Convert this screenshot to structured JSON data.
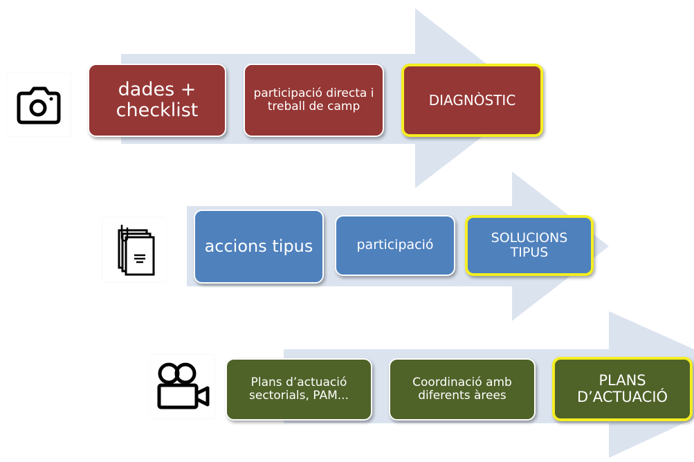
{
  "colors": {
    "arrow": "#dbe3ef",
    "red": "#953735",
    "blue": "#4f81bd",
    "green": "#4f6228",
    "highlight": "#f5ee22"
  },
  "rows": [
    {
      "icon": "camera-icon",
      "boxes": [
        {
          "label": "dades + checklist"
        },
        {
          "label": "participació directa i treball de camp"
        },
        {
          "label": "DIAGNÒSTIC"
        }
      ]
    },
    {
      "icon": "documents-icon",
      "boxes": [
        {
          "label": "accions tipus"
        },
        {
          "label": "participació"
        },
        {
          "label": "SOLUCIONS TIPUS"
        }
      ]
    },
    {
      "icon": "video-camera-icon",
      "boxes": [
        {
          "label": "Plans d’actuació sectorials, PAM..."
        },
        {
          "label": "Coordinació amb diferents àrees"
        },
        {
          "label": "PLANS D’ACTUACIÓ"
        }
      ]
    }
  ]
}
